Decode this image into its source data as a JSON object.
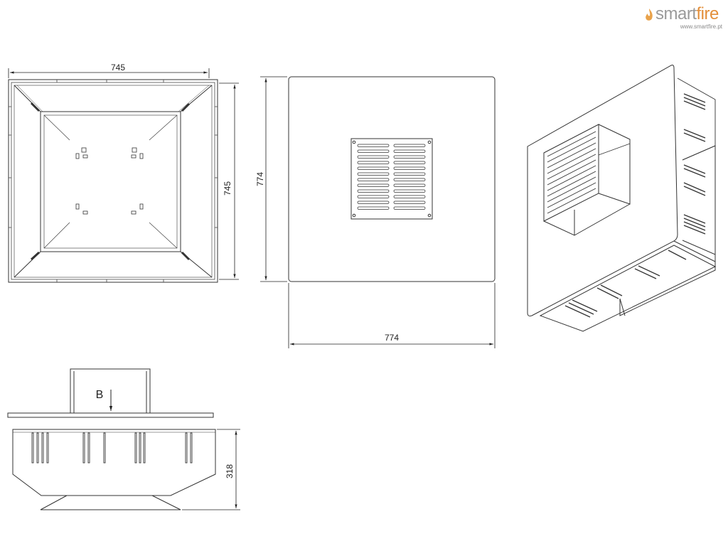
{
  "brand": {
    "name_part1": "smart",
    "name_part2": "fire",
    "url": "www.smartfire.pt",
    "color_gray": "#9a9a9a",
    "color_accent": "#e38f3a"
  },
  "dimensions": {
    "top_view_width": "745",
    "top_view_depth": "745",
    "front_view_height": "774",
    "front_view_width": "774",
    "side_view_height": "318",
    "section_marker": "B"
  }
}
